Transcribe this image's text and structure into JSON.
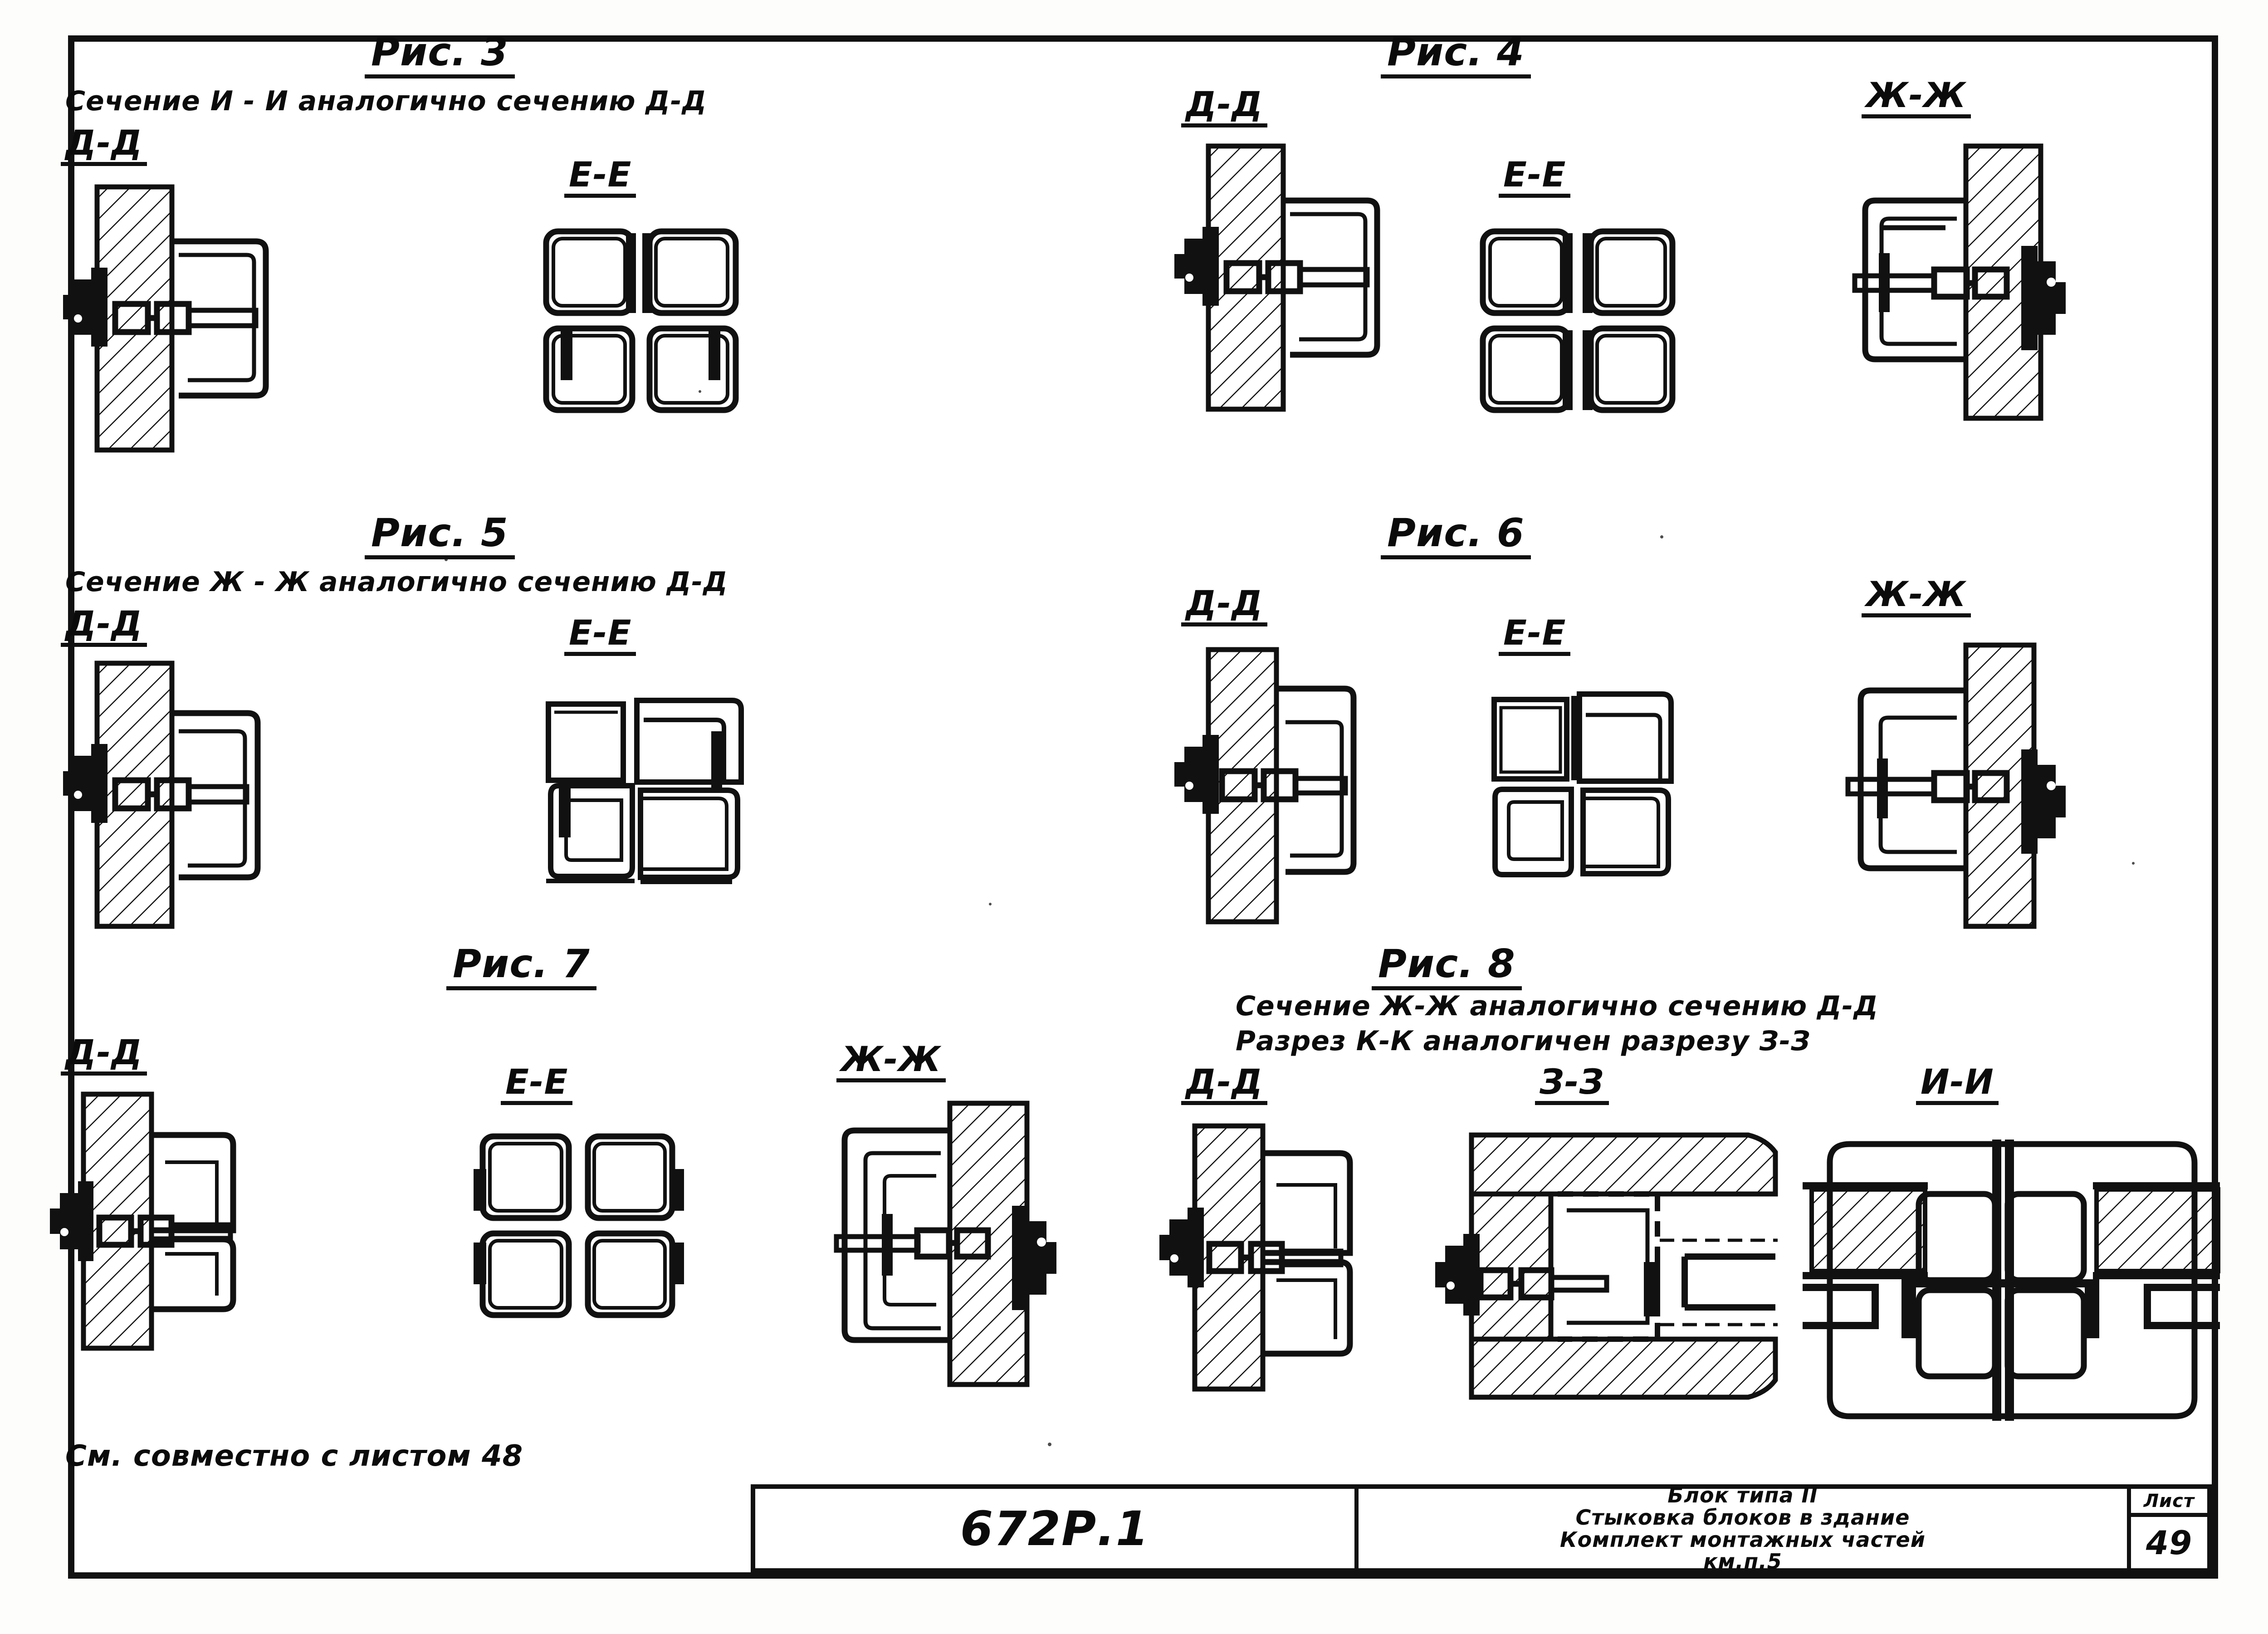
{
  "sheet": {
    "kind": "technical-drawing",
    "language": "ru",
    "bottom_left_note": "См. совместно с листом 48"
  },
  "figures": [
    {
      "id": "fig3",
      "title": "Рис. 3",
      "note": "Сечение И - И аналогично сечению Д-Д",
      "views": [
        {
          "label": "Д-Д",
          "type": "bolt-wall-bracket-left"
        },
        {
          "label": "Е-Е",
          "type": "quad-box"
        }
      ]
    },
    {
      "id": "fig4",
      "title": "Рис. 4",
      "note": "",
      "views": [
        {
          "label": "Д-Д",
          "type": "bolt-wall-bracket-left"
        },
        {
          "label": "Е-Е",
          "type": "quad-box"
        },
        {
          "label": "Ж-Ж",
          "type": "bolt-wall-bracket-right"
        }
      ]
    },
    {
      "id": "fig5",
      "title": "Рис. 5",
      "note": "Сечение Ж - Ж аналогично сечению Д-Д",
      "views": [
        {
          "label": "Д-Д",
          "type": "bolt-wall-bracket-left"
        },
        {
          "label": "Е-Е",
          "type": "quad-box-offset"
        }
      ]
    },
    {
      "id": "fig6",
      "title": "Рис. 6",
      "note": "",
      "views": [
        {
          "label": "Д-Д",
          "type": "bolt-wall-bracket-left"
        },
        {
          "label": "Е-Е",
          "type": "quad-box-offset"
        },
        {
          "label": "Ж-Ж",
          "type": "bolt-wall-bracket-right"
        }
      ]
    },
    {
      "id": "fig7",
      "title": "Рис. 7",
      "note": "",
      "views": [
        {
          "label": "Д-Д",
          "type": "bolt-wall-bracket-left"
        },
        {
          "label": "Е-Е",
          "type": "quad-box"
        },
        {
          "label": "Ж-Ж",
          "type": "bolt-wall-bracket-right"
        }
      ]
    },
    {
      "id": "fig8",
      "title": "Рис. 8",
      "note_1": "Сечение Ж-Ж аналогично  сечению  Д-Д",
      "note_2": "Разрез К-К аналогичен разрезу  З-З",
      "views": [
        {
          "label": "Д-Д",
          "type": "bolt-wall-bracket-left"
        },
        {
          "label": "З-З",
          "type": "section-z"
        },
        {
          "label": "И-И",
          "type": "section-i"
        }
      ]
    }
  ],
  "title_block": {
    "drawing_number": "672Р.1",
    "description_lines": [
      "Блок типа II",
      "Стыковка блоков в здание",
      "Комплект монтажных частей",
      "км.п.5"
    ],
    "sheet_label": "Лист",
    "sheet_number": "49"
  },
  "colors": {
    "ink": "#111111",
    "paper": "#ffffff"
  }
}
